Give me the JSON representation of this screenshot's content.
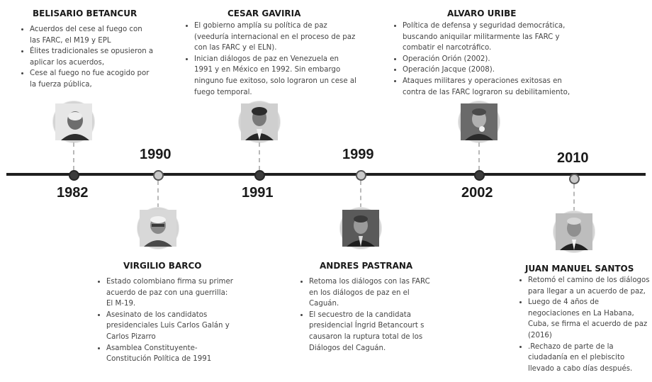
{
  "events": [
    {
      "name": "BELISARIO BETANCUR",
      "year": "1982",
      "notes": [
        "Acuerdos del cese al fuego con las FARC, el M19 y EPL",
        " Élites tradicionales  se opusieron a aplicar los acuerdos,",
        "Cese al fuego no fue acogido por la fuerza pública,"
      ]
    },
    {
      "name": "VIRGILIO BARCO",
      "year": "1990",
      "notes": [
        "Estado colombiano firma su primer acuerdo de paz con una guerrilla: El M-19.",
        "Asesinato de los candidatos presidenciales Luis Carlos Galán y Carlos Pizarro",
        " Asamblea Constituyente-Constitución Política de 1991"
      ]
    },
    {
      "name": "CESAR GAVIRIA",
      "year": "1991",
      "notes": [
        "El gobierno amplía su política de paz (veeduría internacional en el proceso de paz con las FARC y el ELN).",
        "Inician diálogos de paz en Venezuela en 1991 y en México en 1992. Sin embargo ninguno fue exitoso, solo lograron un cese al fuego temporal."
      ]
    },
    {
      "name": "ANDRES PASTRANA",
      "year": "1999",
      "notes": [
        "Retoma los diálogos con las FARC en los diálogos de paz en el Caguán.",
        "El secuestro de la candidata presidencial Íngrid Betancourt s causaron la ruptura total de los Diálogos del Caguán."
      ]
    },
    {
      "name": "ALVARO URIBE",
      "year": "2002",
      "notes": [
        "Política de defensa y seguridad democrática, buscando aniquilar militarmente las FARC y combatir el narcotráfico.",
        "Operación Orión (2002).",
        "Operación Jacque (2008).",
        "Ataques militares y operaciones exitosas en contra de las FARC lograron su debilitamiento,"
      ]
    },
    {
      "name": "JUAN MANUEL SANTOS",
      "year": "2010",
      "notes": [
        "Retomó el camino de los diálogos para llegar a un acuerdo de paz,",
        " Luego de 4 años de negociaciones en La Habana, Cuba, se firma el acuerdo de paz (2016)",
        ".Rechazo de parte de la ciudadanía en el plebiscito llevado a cabo días después."
      ]
    }
  ],
  "colors": {
    "axis": "#1f1f1f",
    "dot_dark": "#3c3c3c",
    "dot_light": "#c9c9c9",
    "connector": "#b9b9b9"
  },
  "icons": [
    "portrait-betancur",
    "portrait-barco",
    "portrait-gaviria",
    "portrait-pastrana",
    "portrait-uribe",
    "portrait-santos"
  ]
}
